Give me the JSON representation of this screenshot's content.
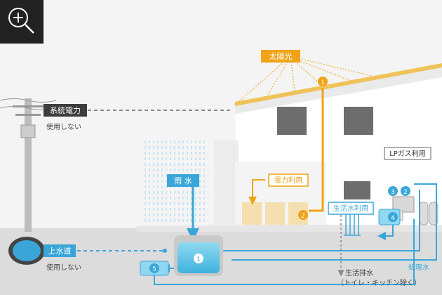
{
  "labels": {
    "solar": "太陽光",
    "grid_power": "系統電力",
    "not_used_grid": "使用しない",
    "rain": "雨 水",
    "power_use": "電力利用",
    "lpgas": "LPガス利用",
    "domestic_water_use": "生活水利用",
    "tap_water": "上水道",
    "not_used_tap": "使用しない",
    "wastewater": "生活排水",
    "wastewater_note": "（トイレ・キッチン除く）",
    "treated_water": "処理水"
  },
  "markers": {
    "m1_solar": "1",
    "m2_power": "2",
    "m1_tank": "1",
    "m5": "5",
    "m3": "3",
    "m2_gas": "2",
    "m4": "4"
  },
  "colors": {
    "orange": "#f0a317",
    "blue": "#3aa6d8",
    "dark_label": "#3d3d3d",
    "wall": "#ffffff",
    "ground": "#dcdcdc"
  },
  "icons": {
    "zoom": "zoom-in-icon"
  }
}
